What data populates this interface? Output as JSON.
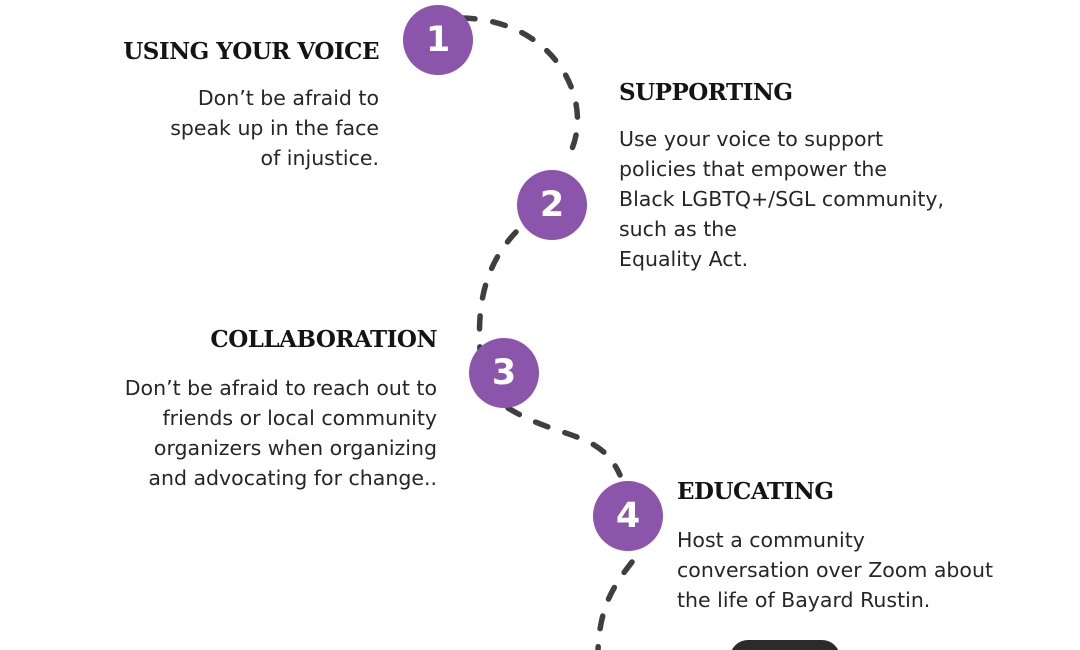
{
  "colors": {
    "circle": "#8a55aa",
    "path": "#3f3f3f"
  },
  "steps": [
    {
      "number": "1",
      "title": "USING YOUR VOICE",
      "description": [
        "Don’t be afraid to",
        "speak up in the face",
        "of injustice."
      ]
    },
    {
      "number": "2",
      "title": "SUPPORTING",
      "description": [
        "Use your voice to support",
        "policies that empower the",
        "Black LGBTQ+/SGL community,",
        "such as the",
        "Equality Act."
      ]
    },
    {
      "number": "3",
      "title": "COLLABORATION",
      "description": [
        "Don’t be afraid to reach out to",
        "friends or local community",
        "organizers when organizing",
        "and advocating for change.."
      ]
    },
    {
      "number": "4",
      "title": "EDUCATING",
      "description": [
        "Host a community",
        "conversation over Zoom about",
        "the life of Bayard Rustin."
      ]
    }
  ]
}
